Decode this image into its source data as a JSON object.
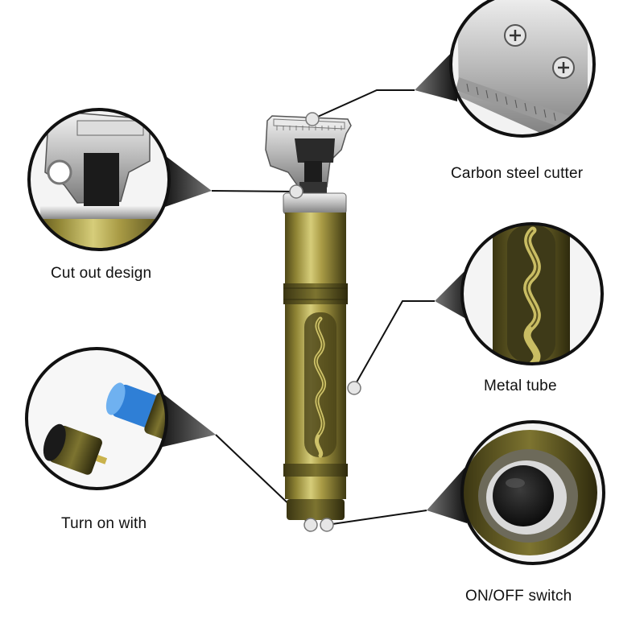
{
  "labels": {
    "cut_out": "Cut out design",
    "carbon": "Carbon steel cutter",
    "metal": "Metal tube",
    "turn_on": "Turn on with",
    "switch": "ON/OFF switch"
  },
  "colors": {
    "gold": "#a69a3d",
    "gold_dark": "#5c5420",
    "steel": "#c9c9c9",
    "callout_line": "#111111",
    "cone": "#3a3a3a"
  }
}
